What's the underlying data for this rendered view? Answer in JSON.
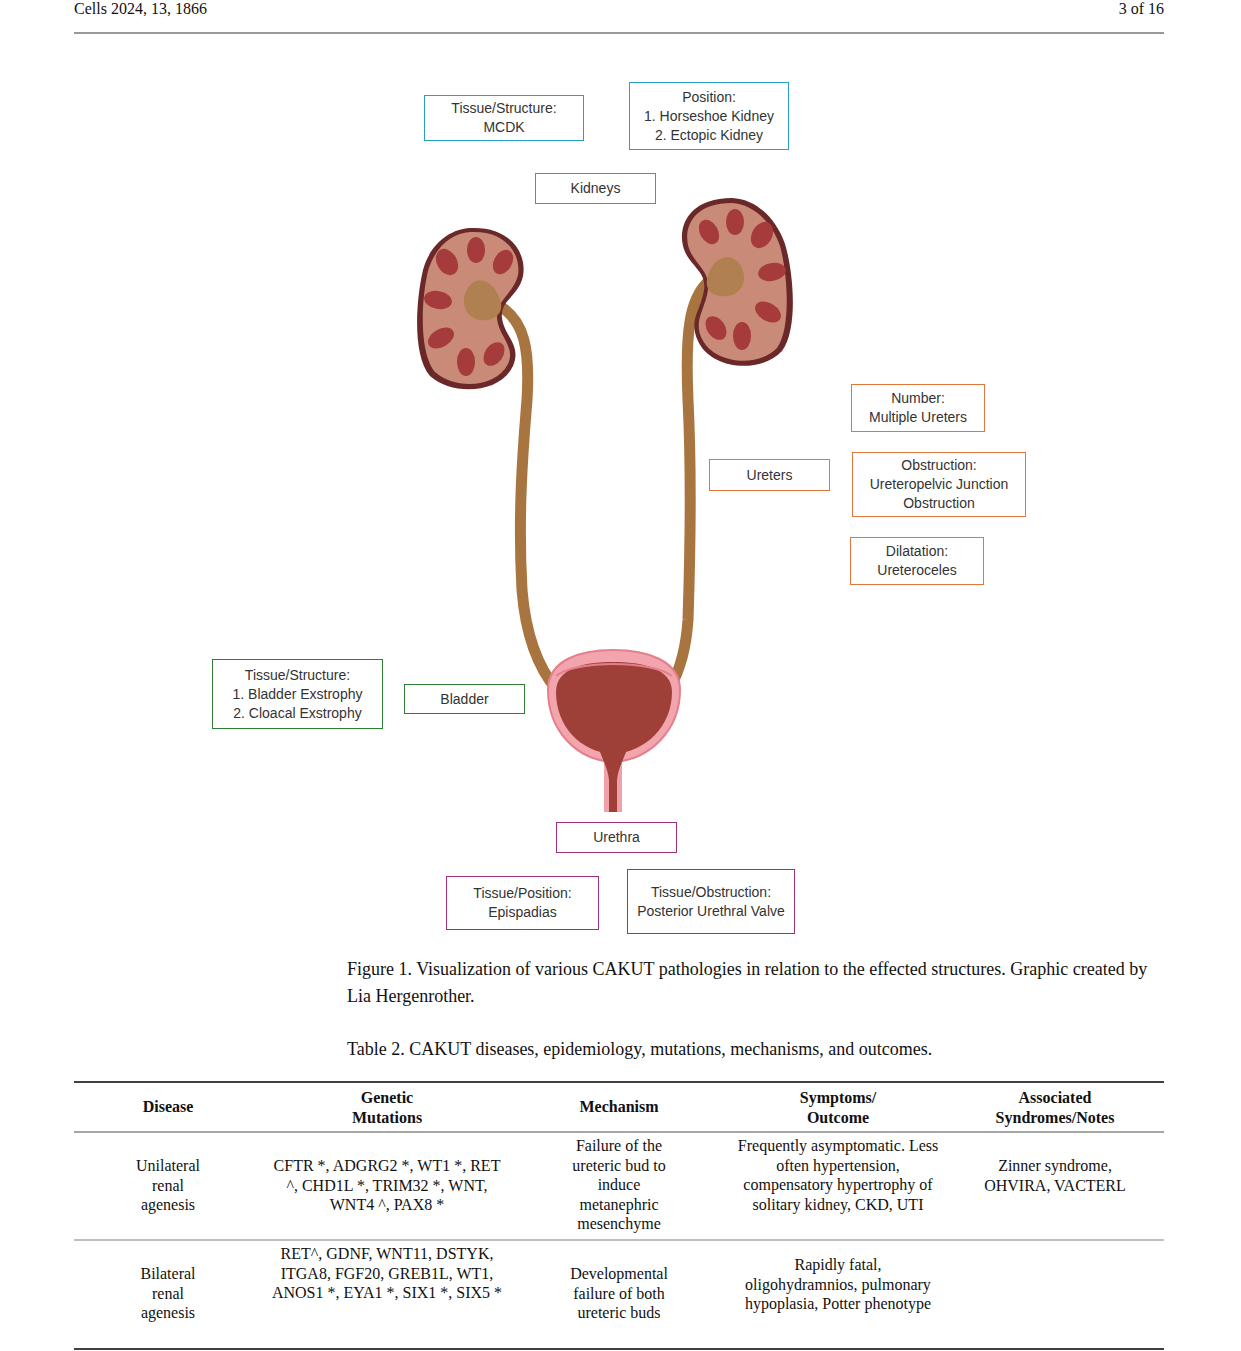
{
  "diagram": {
    "caption": "Figure 1. Visualization of various CAKUT pathologies in relation to the effected structures. Graphic created by Lia Hergenrother.",
    "nodes": [
      {
        "text": [
          "Tissue/Structure:",
          "MCDK"
        ]
      },
      {
        "text": [
          "Position:",
          "1. Horseshoe Kidney",
          "2. Ectopic Kidney"
        ]
      },
      {
        "text": [
          "Kidneys"
        ]
      },
      {
        "text": [
          "Number:",
          "Multiple Ureters"
        ]
      },
      {
        "text": [
          "Ureters"
        ]
      },
      {
        "text": [
          "Obstruction:",
          "Ureteropelvic Junction Obstruction"
        ]
      },
      {
        "text": [
          "Dilatation:",
          "Ureteroceles"
        ]
      },
      {
        "text": [
          "Tissue/Structure:",
          "1. Bladder Exstrophy",
          "2. Cloacal Exstrophy"
        ]
      },
      {
        "text": [
          "Bladder"
        ]
      },
      {
        "text": [
          "Urethra"
        ]
      },
      {
        "text": [
          "Tissue/Position:",
          "Epispadias"
        ]
      },
      {
        "text": [
          "Tissue/Obstruction:",
          "Posterior Urethral Valve"
        ]
      }
    ],
    "labels": [
      "Cells 2024, 13, 1866",
      "3 of 16",
      "Table 2. CAKUT diseases, epidemiology, mutations, mechanisms, and outcomes.",
      "Disease",
      "Genetic Mutations",
      "Mechanism",
      "Symptoms/ Outcome",
      "Associated Syndromes/Notes",
      "Unilateral renal agenesis",
      "CFTR *, ADGRG2 *, WT1 *, RET ^, CHD1L *, TRIM32 *, WNT, WNT4 ^, PAX8 *",
      "Failure of the ureteric bud to induce metanephric mesenchyme",
      "Frequently asymptomatic. Less often hypertension, compensatory hypertrophy of solitary kidney, CKD, UTI",
      "Zinner syndrome, OHVIRA, VACTERL",
      "Bilateral renal agenesis",
      "RET^, GDNF, WNT11, DSTYK, ITGA8, FGF20, GREB1L, WT1, ANOS1 *, EYA1 *, SIX1 *, SIX5 *",
      "Developmental failure of both ureteric buds",
      "Rapidly fatal, oligohydramnios, pulmonary hypoplasia, Potter phenotype"
    ]
  }
}
